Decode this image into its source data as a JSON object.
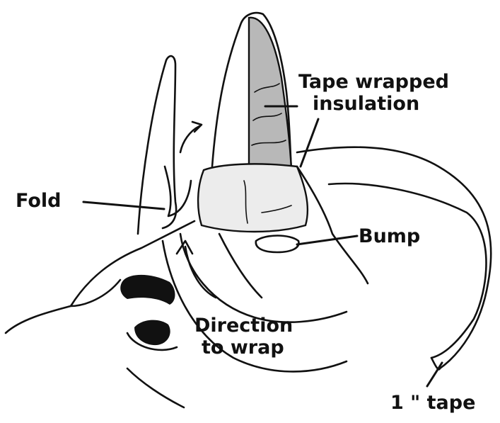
{
  "labels": {
    "tape_wrapped_line1": "Tape wrapped",
    "tape_wrapped_line2": "insulation",
    "fold": "Fold",
    "bump": "Bump",
    "direction_line1": "Direction",
    "direction_line2": "to wrap",
    "tape": "1 \" tape"
  },
  "colors": {
    "ink": "#111111",
    "insulation_fill": "#b8b8b8",
    "tape_seam": "#9a9a9a",
    "eye": "#111111"
  }
}
